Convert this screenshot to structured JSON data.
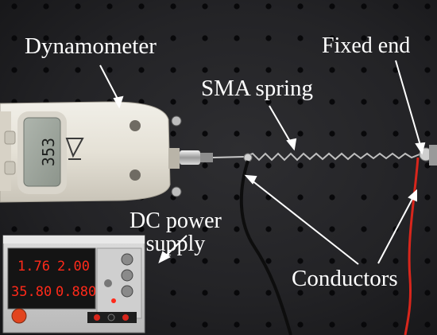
{
  "labels": {
    "dynamometer": "Dynamometer",
    "sma_spring": "SMA spring",
    "fixed_end": "Fixed end",
    "dc_power_supply_line1": "DC power",
    "dc_power_supply_line2": "supply",
    "conductors": "Conductors"
  },
  "dynamometer_display": {
    "reading": "353"
  },
  "power_supply_display": {
    "voltage_1": "1.76",
    "current_1": "2.00",
    "voltage_2": "35.80",
    "current_2": "0.880"
  },
  "colors": {
    "board": "#232326",
    "label_text": "#ffffff",
    "arrow": "#ffffff",
    "led_red": "#ff2a1a",
    "wire_red": "#d8261c",
    "wire_black": "#0d0d0d"
  },
  "icons": {
    "dynamometer": "force-gauge-icon",
    "power_supply": "power-supply-icon",
    "spring": "spring-coil-icon"
  }
}
